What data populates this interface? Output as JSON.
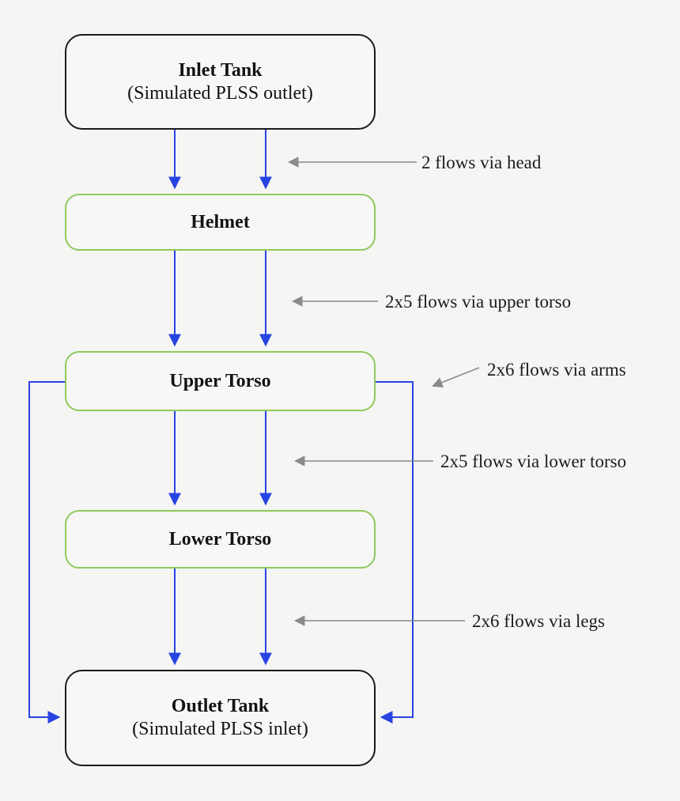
{
  "diagram": {
    "colors": {
      "background": "#f5f5f4",
      "flow_blue": "#2744e3",
      "box_green_border": "#8fc95c",
      "box_black_border": "#1b1b1b",
      "annotation_gray": "#8a8a8a",
      "text_black": "#131313"
    },
    "nodes": [
      {
        "id": "inlet-tank",
        "title": "Inlet Tank",
        "subtitle": "(Simulated PLSS outlet)",
        "border": "black"
      },
      {
        "id": "helmet",
        "title": "Helmet",
        "border": "green"
      },
      {
        "id": "upper-torso",
        "title": "Upper Torso",
        "border": "green"
      },
      {
        "id": "lower-torso",
        "title": "Lower Torso",
        "border": "green"
      },
      {
        "id": "outlet-tank",
        "title": "Outlet Tank",
        "subtitle": "(Simulated PLSS inlet)",
        "border": "black"
      }
    ],
    "annotations": [
      {
        "id": "head",
        "label": "2 flows via head"
      },
      {
        "id": "upper-torso",
        "label": "2x5 flows via upper torso"
      },
      {
        "id": "arms",
        "label": "2x6 flows via arms"
      },
      {
        "id": "lower-torso",
        "label": "2x5 flows via lower torso"
      },
      {
        "id": "legs",
        "label": "2x6 flows via legs"
      }
    ]
  }
}
